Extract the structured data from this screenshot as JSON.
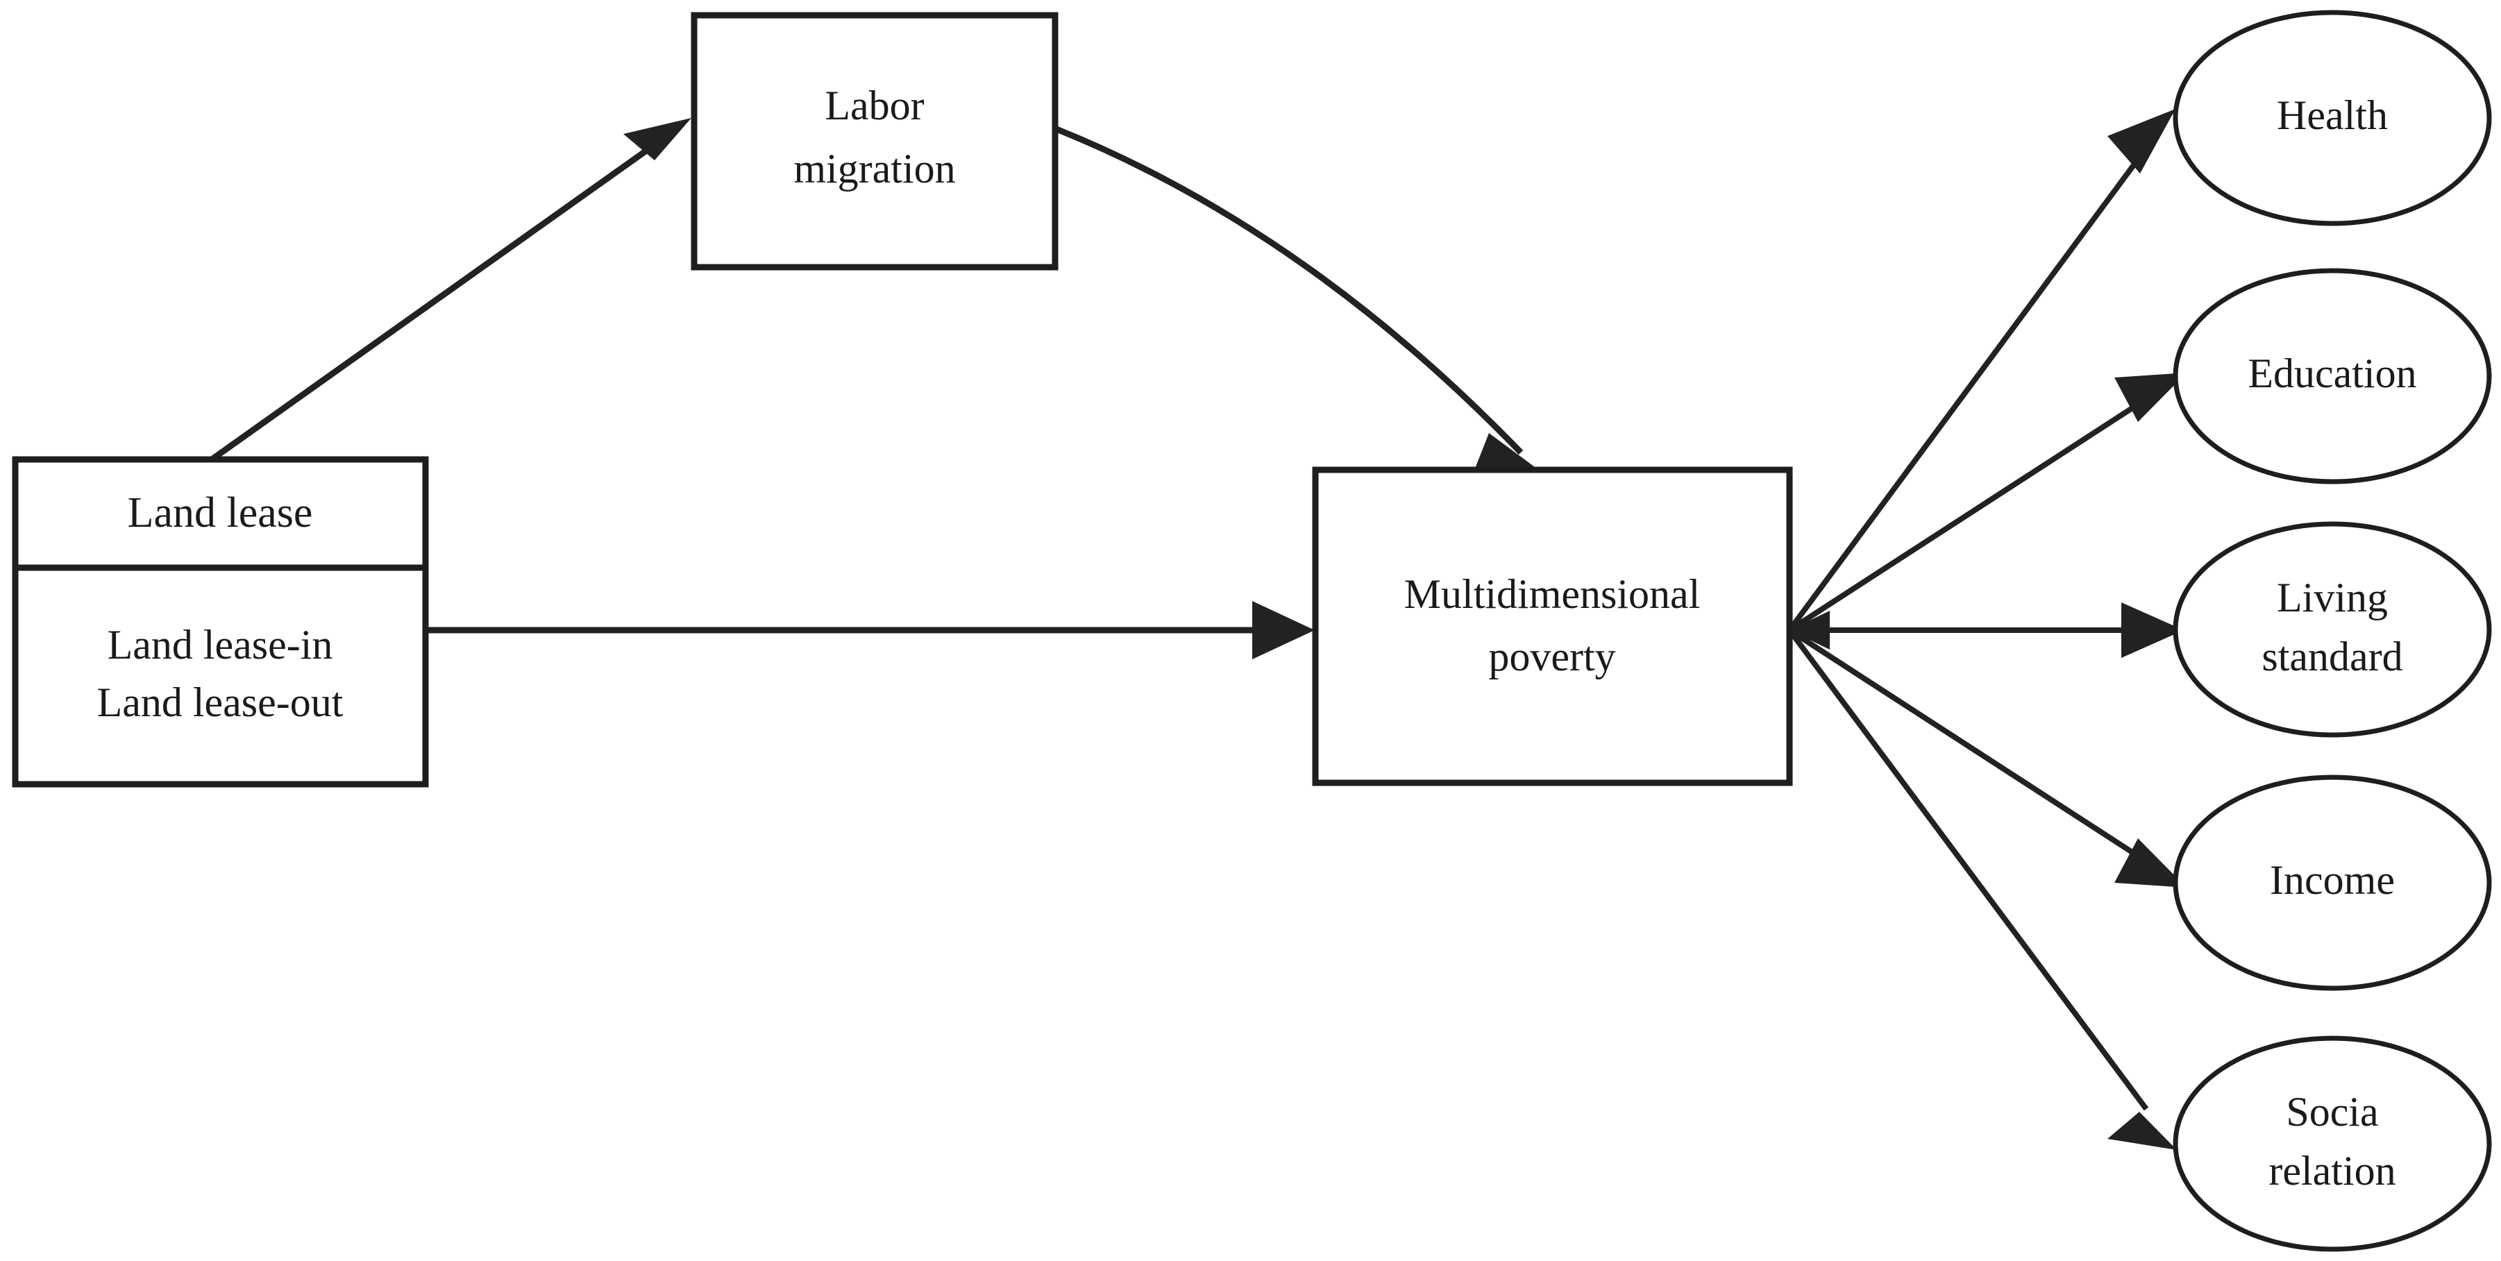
{
  "diagram": {
    "title": "Land lease, labor migration and multidimensional poverty framework",
    "type": "flow-diagram",
    "background_color": "#ffffff",
    "line_color": "#222222",
    "text_color": "#1a1a1a",
    "nodes": {
      "land_lease": {
        "shape": "box-with-header",
        "header_label": "Land lease",
        "body_line_1": "Land lease-in",
        "body_line_2": "Land lease-out"
      },
      "labor_migration": {
        "shape": "box",
        "line_1": "Labor",
        "line_2": "migration"
      },
      "multidimensional_poverty": {
        "shape": "box",
        "line_1": "Multidimensional",
        "line_2": "poverty"
      },
      "outcomes": [
        {
          "shape": "ellipse",
          "line_1": "Health",
          "line_2": ""
        },
        {
          "shape": "ellipse",
          "line_1": "Education",
          "line_2": ""
        },
        {
          "shape": "ellipse",
          "line_1": "Living",
          "line_2": "standard"
        },
        {
          "shape": "ellipse",
          "line_1": "Income",
          "line_2": ""
        },
        {
          "shape": "ellipse",
          "line_1": "Socia",
          "line_2": "relation"
        }
      ]
    },
    "edges": [
      {
        "from": "land_lease",
        "to": "labor_migration",
        "style": "straight-arrow"
      },
      {
        "from": "labor_migration",
        "to": "multidimensional_poverty",
        "style": "curved-arrow"
      },
      {
        "from": "land_lease",
        "to": "multidimensional_poverty",
        "style": "straight-arrow"
      },
      {
        "from": "multidimensional_poverty",
        "to": "outcome-health",
        "style": "straight-arrow"
      },
      {
        "from": "multidimensional_poverty",
        "to": "outcome-education",
        "style": "straight-arrow"
      },
      {
        "from": "multidimensional_poverty",
        "to": "outcome-living-standard",
        "style": "straight-arrow"
      },
      {
        "from": "multidimensional_poverty",
        "to": "outcome-income",
        "style": "straight-arrow"
      },
      {
        "from": "multidimensional_poverty",
        "to": "outcome-socia-relation",
        "style": "straight-arrow"
      }
    ]
  }
}
